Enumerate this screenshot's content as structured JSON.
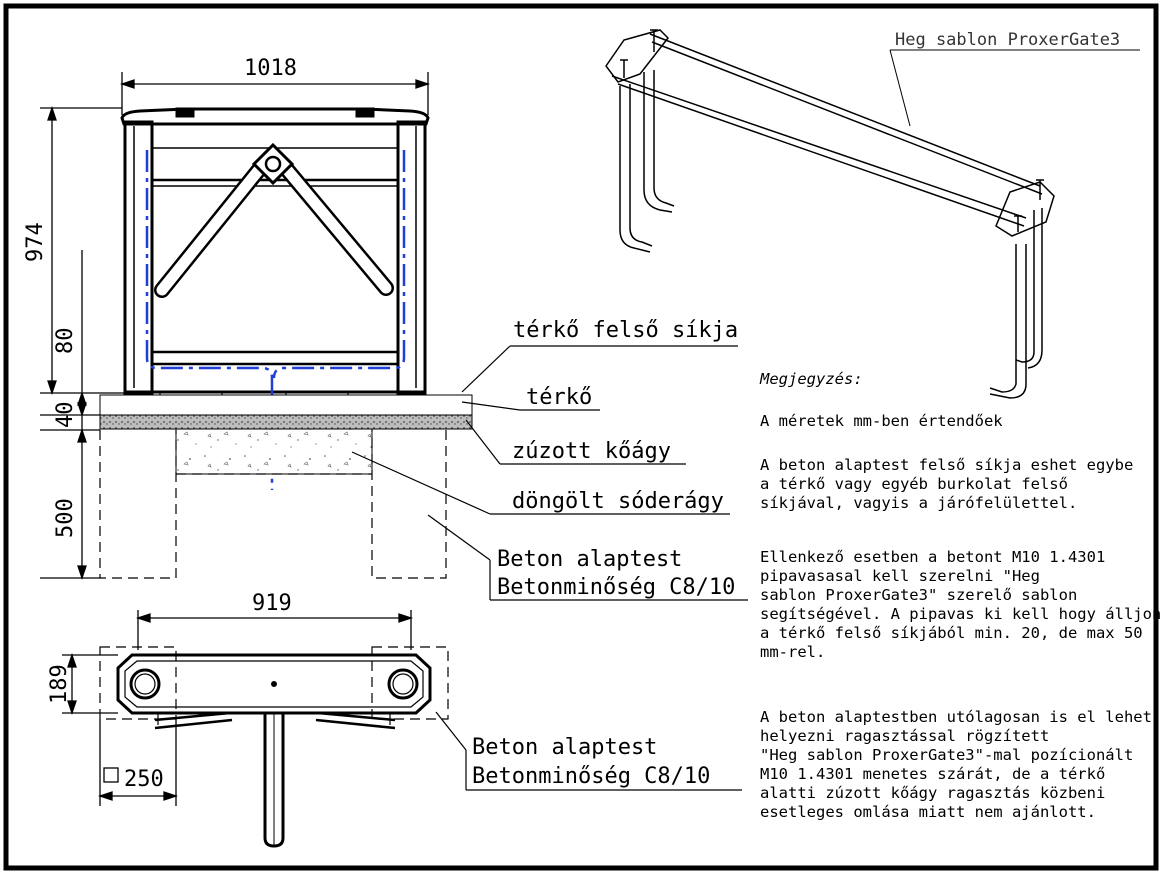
{
  "dimensions": {
    "width_top": "1018",
    "height_total": "974",
    "height_80": "80",
    "height_40": "40",
    "height_500": "500",
    "width_base": "919",
    "height_189": "189",
    "square_250": "250"
  },
  "labels": {
    "template_ref": "Heg sablon ProxerGate3",
    "paving_top": "térkő felső síkja",
    "paving": "térkő",
    "crushed_stone": "zúzott kőágy",
    "gravel": "döngölt sóderágy",
    "foundation_side_line1": "Beton alaptest",
    "foundation_side_line2": "Betonminőség C8/10",
    "foundation_top_line1": "Beton alaptest",
    "foundation_top_line2": "Betonminőség C8/10"
  },
  "notes": {
    "title": "Megjegyzés:",
    "paragraphs": [
      [
        "A méretek mm-ben értendőek"
      ],
      [
        "A beton alaptest felső síkja eshet egybe",
        "a térkő vagy egyéb burkolat felső",
        "síkjával, vagyis a járófelülettel."
      ],
      [
        "Ellenkező esetben a betont M10 1.4301",
        "pipavasasal kell szerelni  \"Heg",
        "sablon ProxerGate3\" szerelő sablon",
        "segítségével. A pipavas ki kell hogy álljon",
        "a térkő felső síkjából min. 20, de max 50",
        "mm-rel."
      ],
      [
        "A beton alaptestben utólagosan is el lehet",
        "helyezni ragasztással rögzített",
        "\"Heg sablon ProxerGate3\"-mal pozícionált",
        "M10 1.4301 menetes szárát, de a térkő",
        "alatti zúzott kőágy ragasztás közbeni",
        "esetleges omlása miatt nem ajánlott."
      ]
    ]
  }
}
